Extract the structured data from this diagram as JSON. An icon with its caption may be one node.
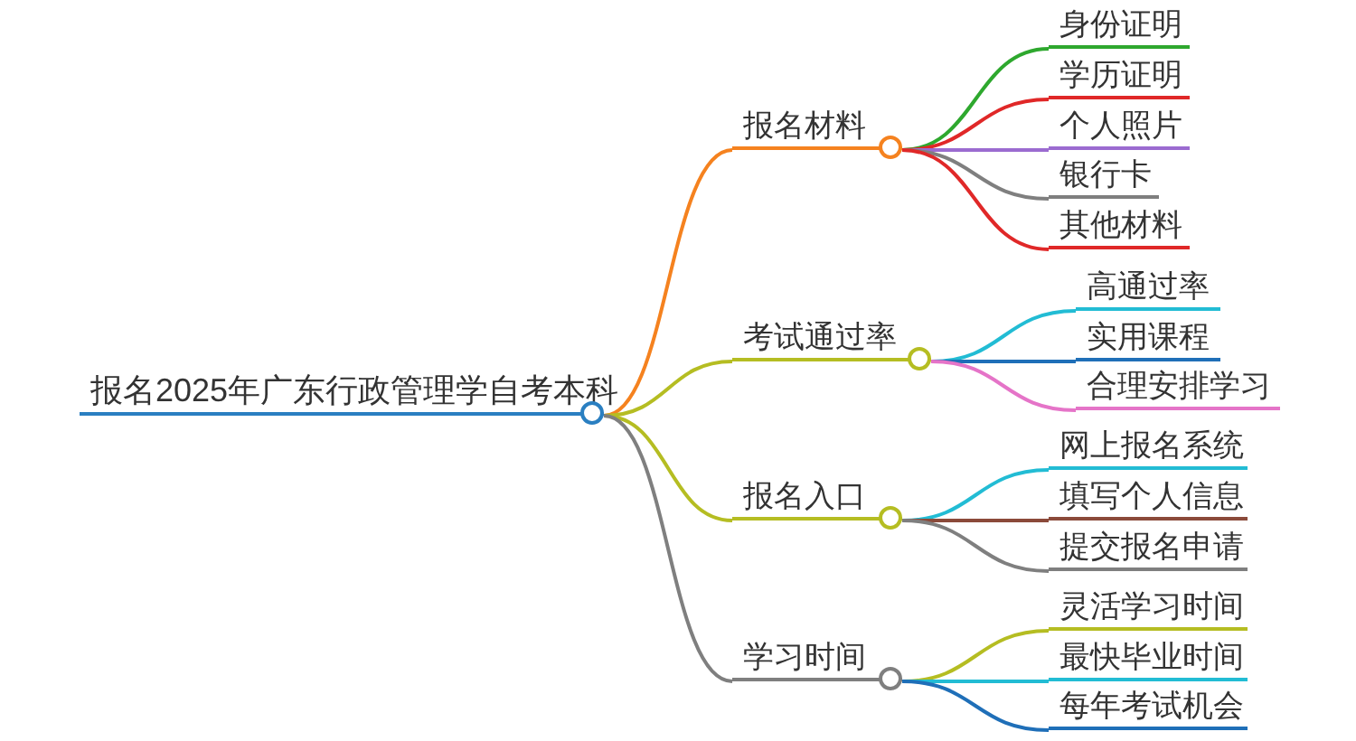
{
  "diagram": {
    "nodes": [
      {
        "text": [
          "报名2025年广东行政管理学自考本科"
        ]
      },
      {
        "text": [
          "报名材料"
        ]
      },
      {
        "text": [
          "考试通过率"
        ]
      },
      {
        "text": [
          "报名入口"
        ]
      },
      {
        "text": [
          "学习时间"
        ]
      },
      {
        "text": [
          "身份证明"
        ]
      },
      {
        "text": [
          "学历证明"
        ]
      },
      {
        "text": [
          "个人照片"
        ]
      },
      {
        "text": [
          "银行卡"
        ]
      },
      {
        "text": [
          "其他材料"
        ]
      },
      {
        "text": [
          "高通过率"
        ]
      },
      {
        "text": [
          "实用课程"
        ]
      },
      {
        "text": [
          "合理安排学习"
        ]
      },
      {
        "text": [
          "网上报名系统"
        ]
      },
      {
        "text": [
          "填写个人信息"
        ]
      },
      {
        "text": [
          "提交报名申请"
        ]
      },
      {
        "text": [
          "灵活学习时间"
        ]
      },
      {
        "text": [
          "最快毕业时间"
        ]
      },
      {
        "text": [
          "每年考试机会"
        ]
      }
    ],
    "edges": [
      {
        "from": 0,
        "to": 1,
        "arrow": "none",
        "color": "#f5821f"
      },
      {
        "from": 0,
        "to": 2,
        "arrow": "none",
        "color": "#b5bd22"
      },
      {
        "from": 0,
        "to": 3,
        "arrow": "none",
        "color": "#b5bd22"
      },
      {
        "from": 0,
        "to": 4,
        "arrow": "none",
        "color": "#7f7f7f"
      },
      {
        "from": 1,
        "to": 5,
        "arrow": "none",
        "color": "#2ea82e"
      },
      {
        "from": 1,
        "to": 6,
        "arrow": "none",
        "color": "#e02828"
      },
      {
        "from": 1,
        "to": 7,
        "arrow": "none",
        "color": "#9b6bd0"
      },
      {
        "from": 1,
        "to": 8,
        "arrow": "none",
        "color": "#7f7f7f"
      },
      {
        "from": 1,
        "to": 9,
        "arrow": "none",
        "color": "#e02828"
      },
      {
        "from": 2,
        "to": 10,
        "arrow": "none",
        "color": "#22bcd4"
      },
      {
        "from": 2,
        "to": 11,
        "arrow": "none",
        "color": "#1f6fb8"
      },
      {
        "from": 2,
        "to": 12,
        "arrow": "none",
        "color": "#e574c8"
      },
      {
        "from": 3,
        "to": 13,
        "arrow": "none",
        "color": "#22bcd4"
      },
      {
        "from": 3,
        "to": 14,
        "arrow": "none",
        "color": "#8b4a3a"
      },
      {
        "from": 3,
        "to": 15,
        "arrow": "none",
        "color": "#7f7f7f"
      },
      {
        "from": 4,
        "to": 16,
        "arrow": "none",
        "color": "#b5bd22"
      },
      {
        "from": 4,
        "to": 17,
        "arrow": "none",
        "color": "#22bcd4"
      },
      {
        "from": 4,
        "to": 18,
        "arrow": "none",
        "color": "#1f6fb8"
      }
    ]
  }
}
